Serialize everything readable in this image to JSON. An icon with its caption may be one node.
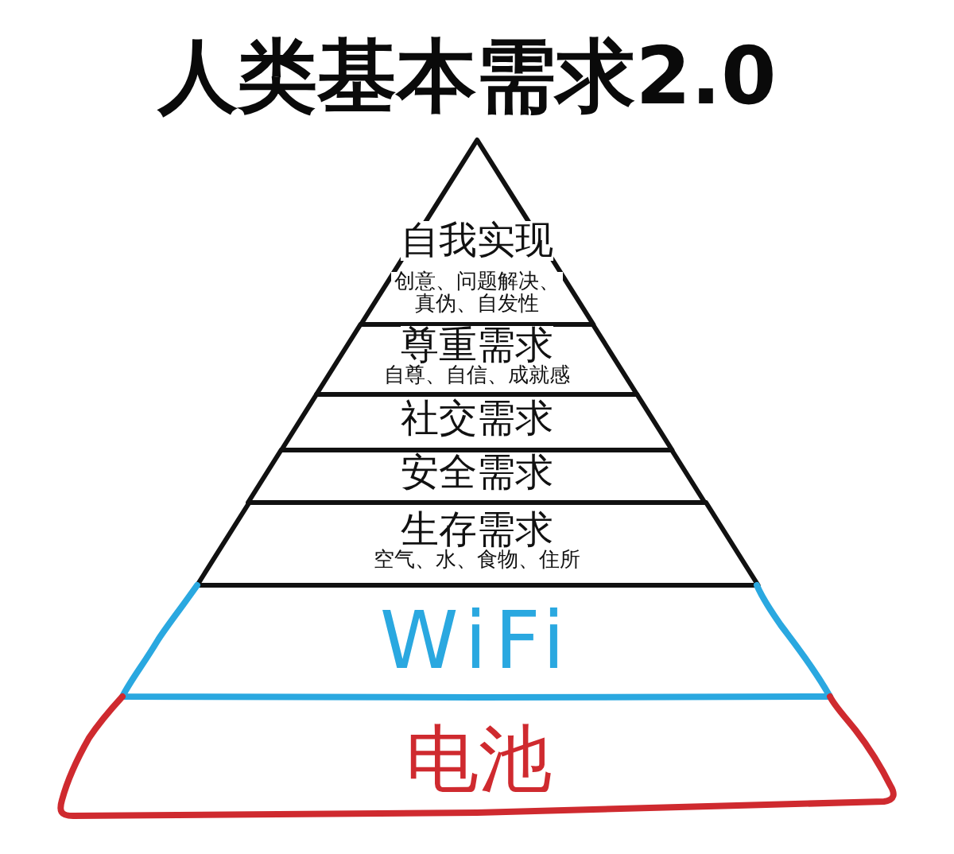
{
  "diagram": {
    "title": "人类基本需求2.0",
    "nodes": [
      {
        "text": [
          "自我实现",
          "创意、问题解决、真伪、自发性"
        ]
      },
      {
        "text": [
          "尊重需求",
          "自尊、自信、成就感"
        ]
      },
      {
        "text": [
          "社交需求"
        ]
      },
      {
        "text": [
          "安全需求"
        ]
      },
      {
        "text": [
          "生存需求",
          "空气、水、食物、住所"
        ]
      },
      {
        "text": [
          "WiFi"
        ]
      },
      {
        "text": [
          "电池"
        ]
      }
    ]
  }
}
